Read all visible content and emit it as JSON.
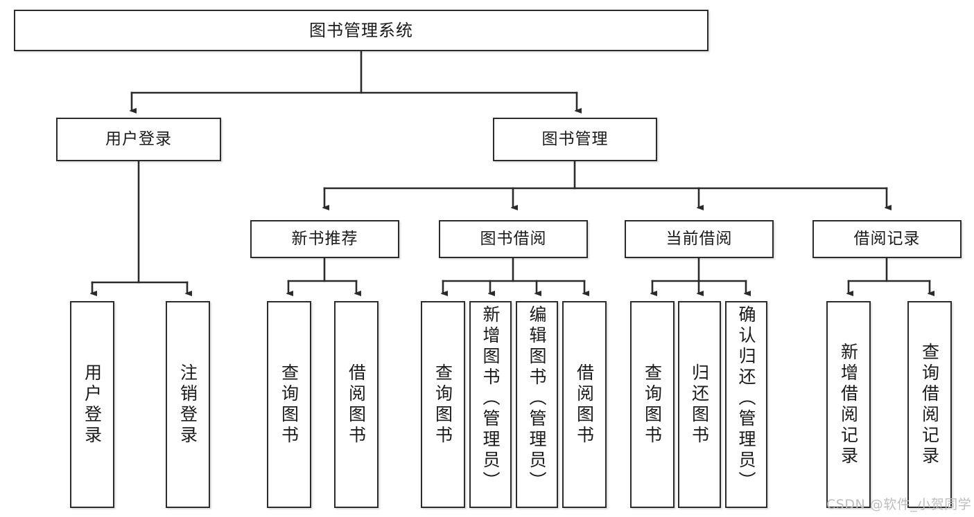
{
  "diagram": {
    "title": "图书管理系统",
    "type": "functional-structure-tree",
    "colors": {
      "box_border": "#2b2b2b",
      "box_fill": "#ffffff",
      "connector": "#2b2b2b",
      "watermark": "#bdbdbd",
      "page_background": "#ffffff"
    },
    "watermark": "CSDN @软件_小贺同学"
  },
  "nodes": {
    "root": {
      "label": "图书管理系统",
      "level": 0
    },
    "level1": [
      {
        "id": "user-login",
        "label": "用户登录"
      },
      {
        "id": "book-manage",
        "label": "图书管理"
      }
    ],
    "level2": [
      {
        "id": "new-book-recommend",
        "label": "新书推荐",
        "parent": "book-manage"
      },
      {
        "id": "book-borrow",
        "label": "图书借阅",
        "parent": "book-manage"
      },
      {
        "id": "current-borrow",
        "label": "当前借阅",
        "parent": "book-manage"
      },
      {
        "id": "borrow-record",
        "label": "借阅记录",
        "parent": "book-manage"
      }
    ],
    "leaves": {
      "user-login": [
        {
          "id": "leaf-user-login",
          "label": "用户登录"
        },
        {
          "id": "leaf-logout-login",
          "label": "注销登录"
        }
      ],
      "new-book-recommend": [
        {
          "id": "leaf-query-book-1",
          "label": "查询图书"
        },
        {
          "id": "leaf-borrow-book-1",
          "label": "借阅图书"
        }
      ],
      "book-borrow": [
        {
          "id": "leaf-query-book-2",
          "label": "查询图书"
        },
        {
          "id": "leaf-add-book",
          "label": "新增图书（管理员）"
        },
        {
          "id": "leaf-edit-book",
          "label": "编辑图书（管理员）"
        },
        {
          "id": "leaf-borrow-book-2",
          "label": "借阅图书"
        }
      ],
      "current-borrow": [
        {
          "id": "leaf-query-book-3",
          "label": "查询图书"
        },
        {
          "id": "leaf-return-book",
          "label": "归还图书"
        },
        {
          "id": "leaf-confirm-return",
          "label": "确认归还（管理员）"
        }
      ],
      "borrow-record": [
        {
          "id": "leaf-add-record",
          "label": "新增借阅记录"
        },
        {
          "id": "leaf-query-record",
          "label": "查询借阅记录"
        }
      ]
    }
  }
}
